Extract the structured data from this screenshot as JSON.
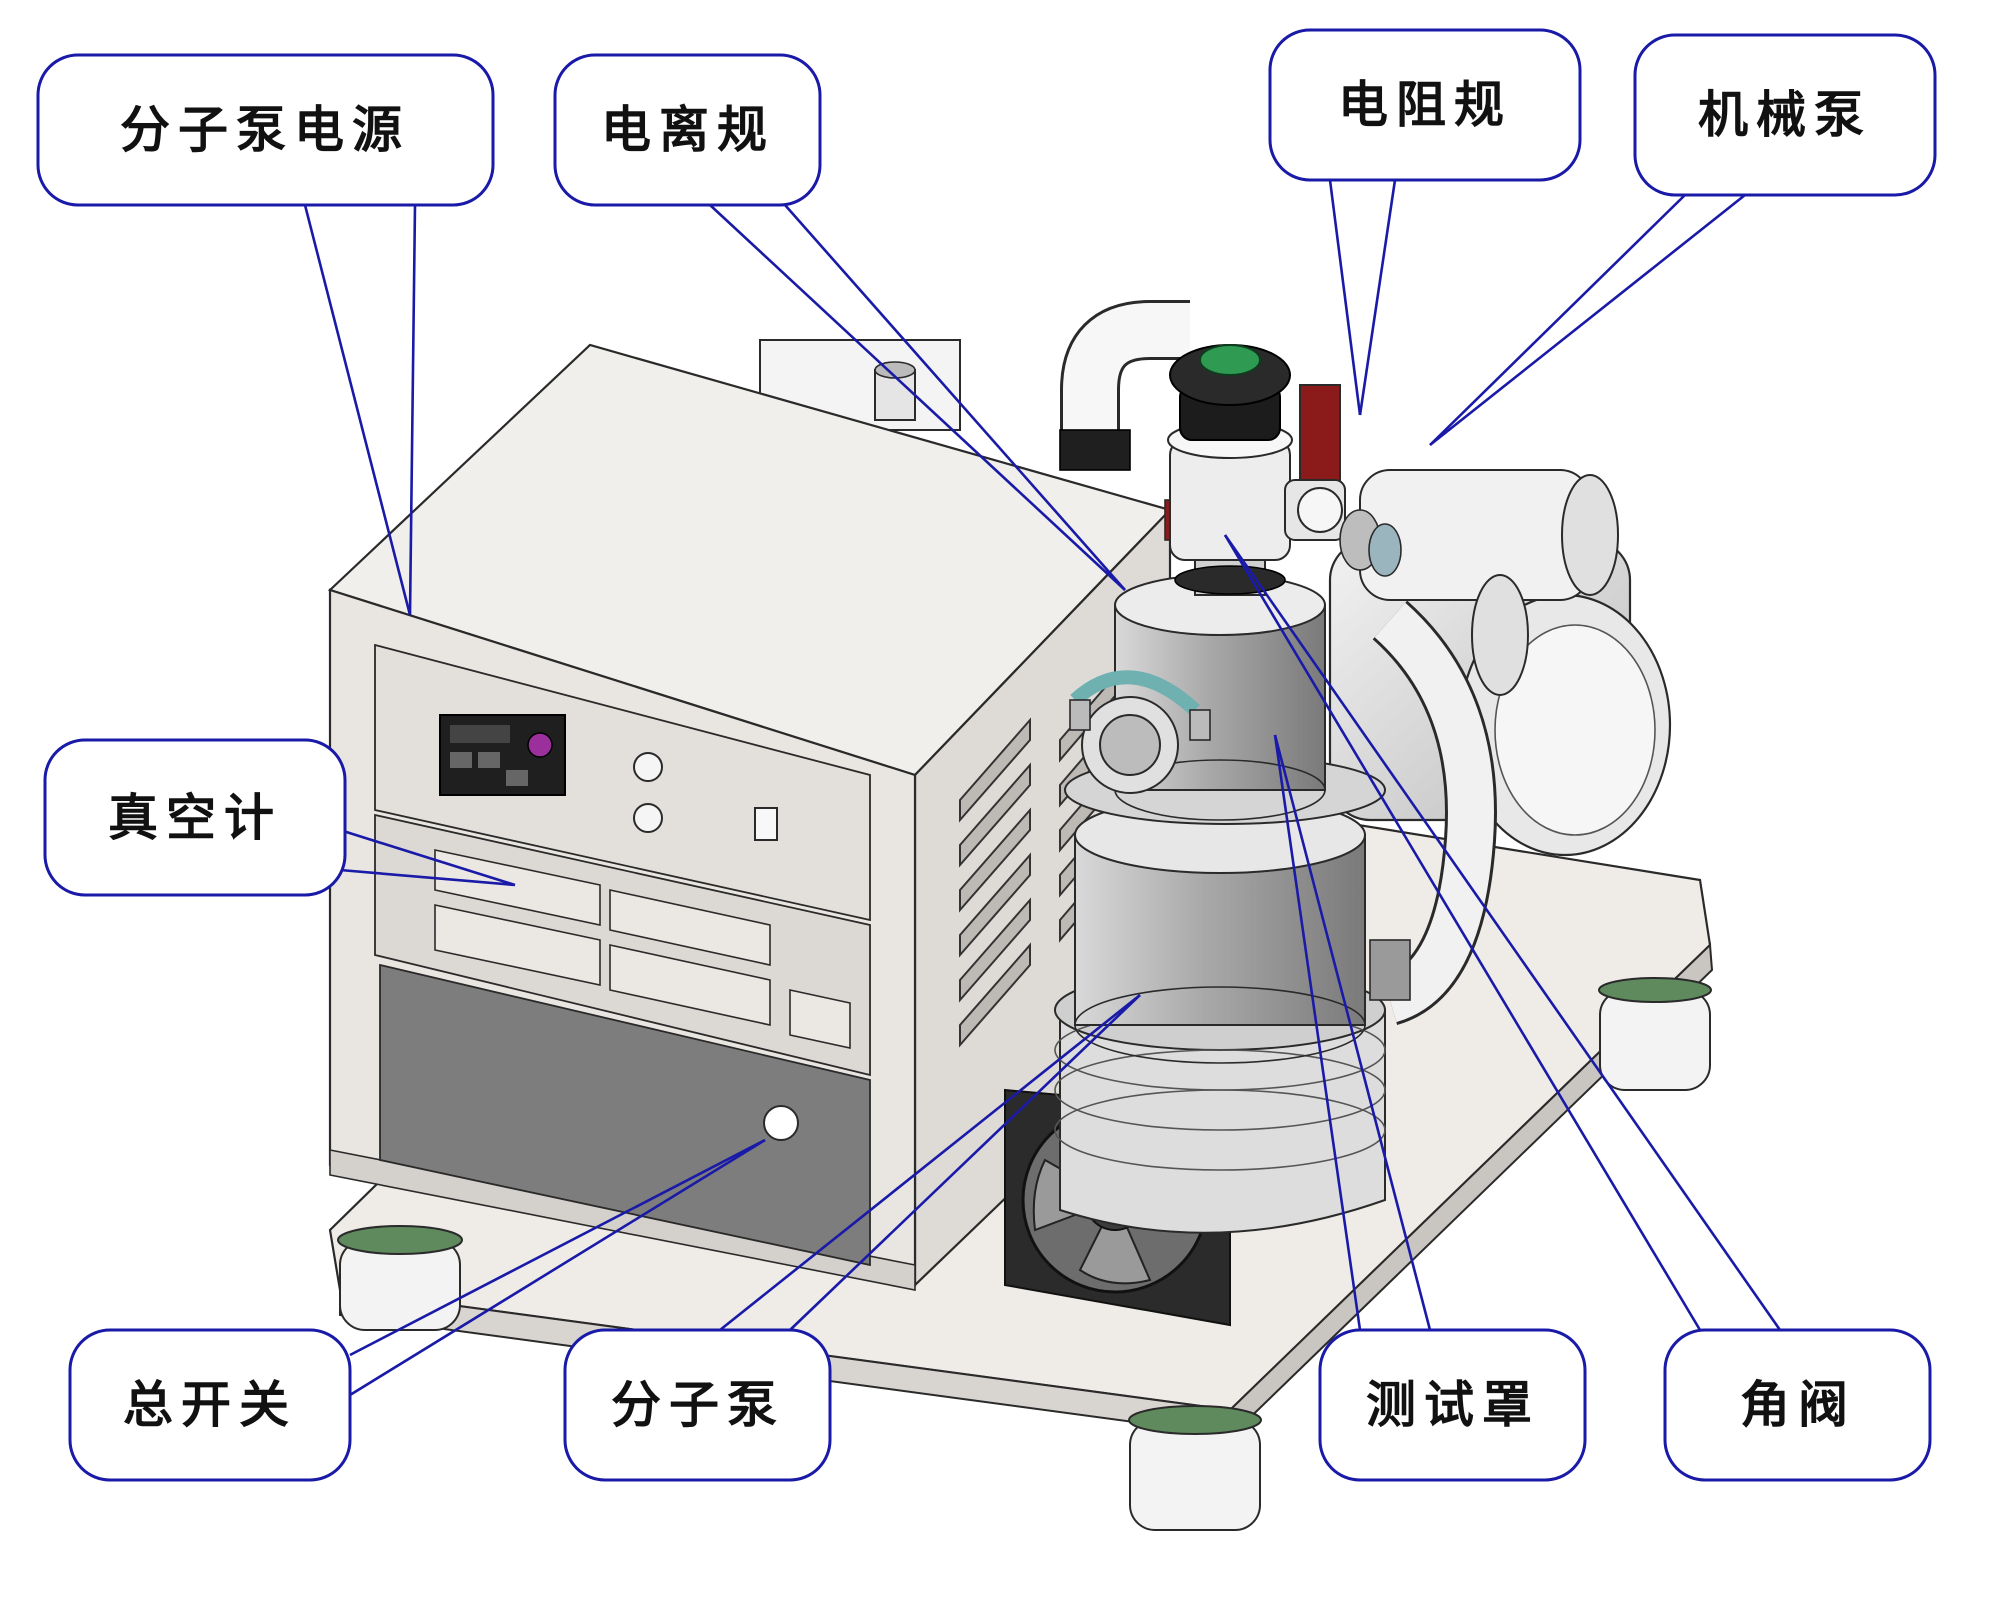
{
  "title": "",
  "callouts": {
    "pump_power": {
      "label": "分子泵电源"
    },
    "ion_gauge": {
      "label": "电离规"
    },
    "resistance_gauge": {
      "label": "电阻规"
    },
    "mechanical_pump": {
      "label": "机械泵"
    },
    "vacuum_gauge": {
      "label": "真空计"
    },
    "main_switch": {
      "label": "总开关"
    },
    "molecular_pump": {
      "label": "分子泵"
    },
    "test_cover": {
      "label": "测试罩"
    },
    "angle_valve": {
      "label": "角阀"
    }
  },
  "colors": {
    "leader": "#1a1aa8",
    "callout_border": "#1a1aa8",
    "cabinet_light": "#efece8",
    "cabinet_shadow": "#c9c6c2",
    "panel_dark": "#7d7d7d",
    "metal_light": "#d6d6d6",
    "metal_dark": "#8f8f8f",
    "green_knob": "#2e9a52",
    "valve_red": "#8b1a1a",
    "indicator_purple": "#9b2f9b"
  }
}
